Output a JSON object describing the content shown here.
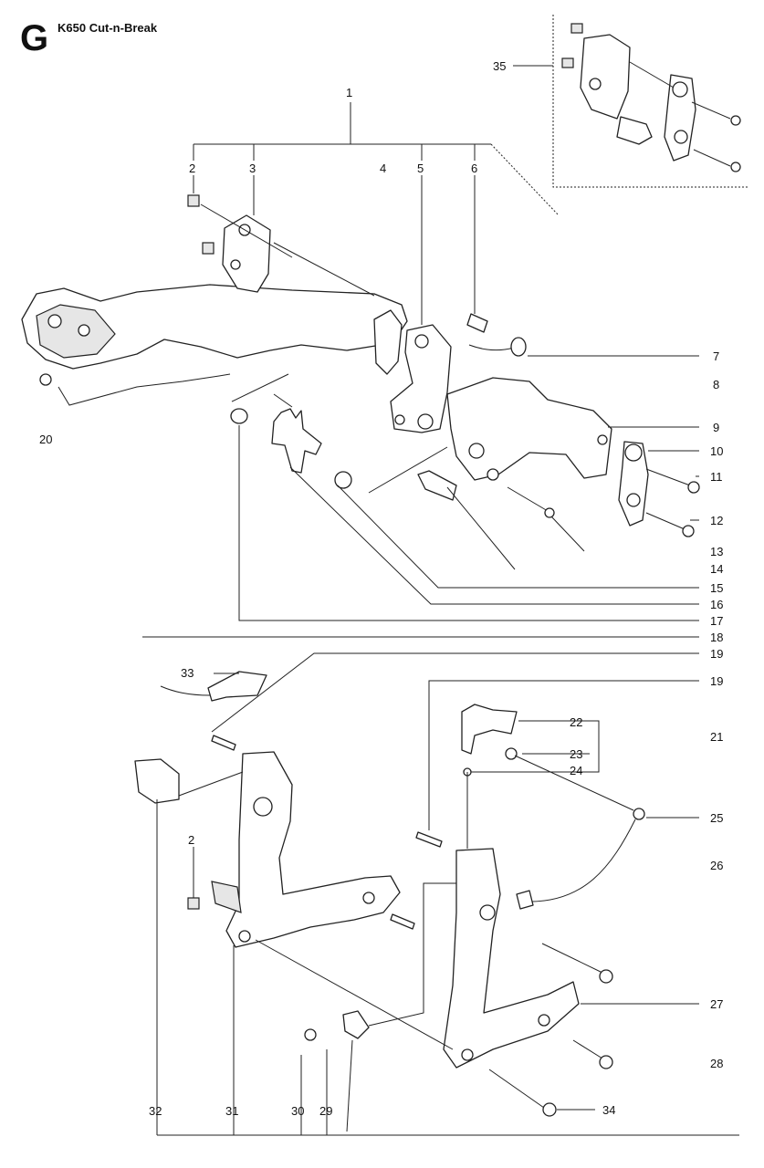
{
  "header": {
    "section_letter": "G",
    "title": "K650 Cut-n-Break"
  },
  "callouts": [
    "1",
    "2",
    "3",
    "4",
    "5",
    "6",
    "7",
    "8",
    "9",
    "10",
    "11",
    "12",
    "13",
    "14",
    "15",
    "16",
    "17",
    "18",
    "19",
    "19",
    "20",
    "21",
    "22",
    "23",
    "24",
    "25",
    "26",
    "27",
    "28",
    "2",
    "29",
    "30",
    "31",
    "32",
    "33",
    "34",
    "35"
  ]
}
